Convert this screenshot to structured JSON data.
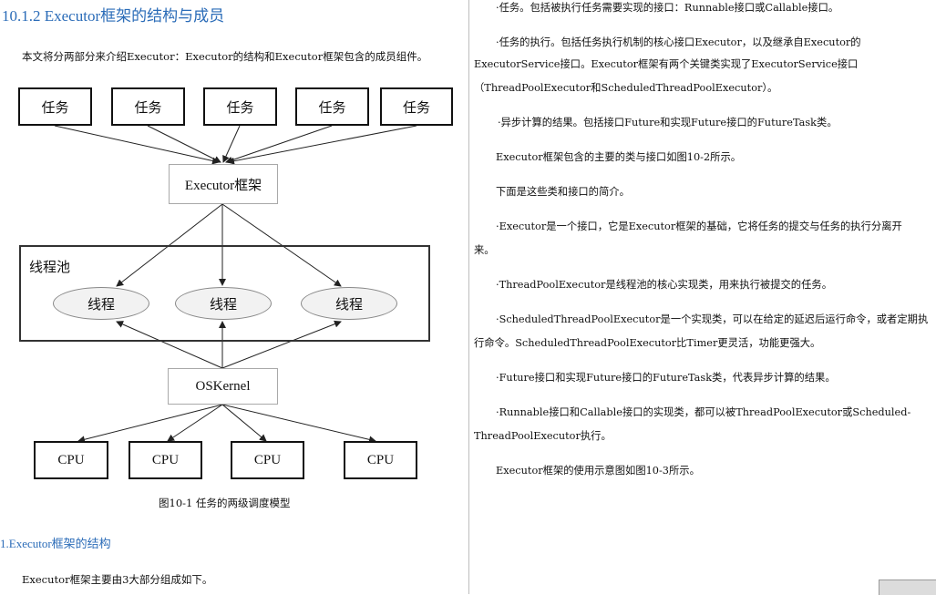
{
  "left": {
    "section_heading": "10.1.2  Executor框架的结构与成员",
    "intro": "本文将分两部分来介绍Executor：Executor的结构和Executor框架包含的成员组件。",
    "figure": {
      "tasks": [
        "任务",
        "任务",
        "任务",
        "任务",
        "任务"
      ],
      "framework": "Executor框架",
      "pool_label": "线程池",
      "threads": [
        "线程",
        "线程",
        "线程"
      ],
      "kernel": "OSKernel",
      "cpus": [
        "CPU",
        "CPU",
        "CPU",
        "CPU"
      ],
      "caption": "图10-1  任务的两级调度模型"
    },
    "sub_heading": "1.Executor框架的结构",
    "lower_text": "Executor框架主要由3大部分组成如下。"
  },
  "right": {
    "p1": "·任务。包括被执行任务需要实现的接口：Runnable接口或Callable接口。",
    "p2a": "·任务的执行。包括任务执行机制的核心接口Executor，以及继承自Executor的",
    "p2b": "ExecutorService接口。Executor框架有两个关键类实现了ExecutorService接口",
    "p2c": "（ThreadPoolExecutor和ScheduledThreadPoolExecutor）。",
    "p3": "·异步计算的结果。包括接口Future和实现Future接口的FutureTask类。",
    "p4": "Executor框架包含的主要的类与接口如图10-2所示。",
    "p5": "下面是这些类和接口的简介。",
    "p6a": "·Executor是一个接口，它是Executor框架的基础，它将任务的提交与任务的执行分离开",
    "p6b": "来。",
    "p7": "·ThreadPoolExecutor是线程池的核心实现类，用来执行被提交的任务。",
    "p8a": "·ScheduledThreadPoolExecutor是一个实现类，可以在给定的延迟后运行命令，或者定期执",
    "p8b": "行命令。ScheduledThreadPoolExecutor比Timer更灵活，功能更强大。",
    "p9": "·Future接口和实现Future接口的FutureTask类，代表异步计算的结果。",
    "p10a": "·Runnable接口和Callable接口的实现类，都可以被ThreadPoolExecutor或Scheduled-",
    "p10b": "ThreadPoolExecutor执行。",
    "p11": "Executor框架的使用示意图如图10-3所示。"
  }
}
